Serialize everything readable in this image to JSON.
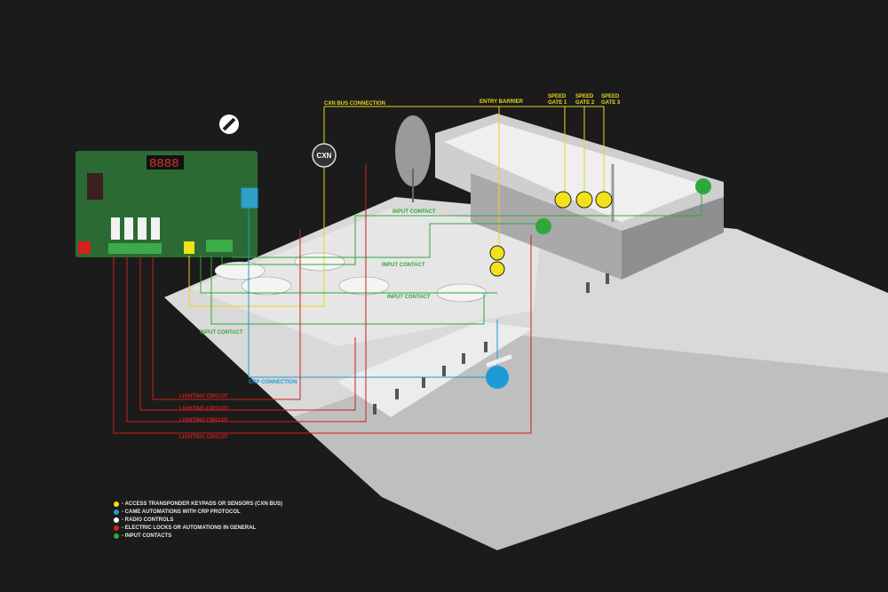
{
  "labels": {
    "cxn_bus": "CXN BUS CONNECTION",
    "entry_barrier": "ENTRY BARRIER",
    "speed_gate_1": [
      "SPEED",
      "GATE 1"
    ],
    "speed_gate_2": [
      "SPEED",
      "GATE 2"
    ],
    "speed_gate_3": [
      "SPEED",
      "GATE 3"
    ],
    "input_contact": "INPUT CONTACT",
    "crp_connection": "CRP CONNECTION",
    "lighting_circuit": "LIGHTING CIRCUIT",
    "cxn_badge": "CXN"
  },
  "legend": [
    {
      "color": "#f2e21a",
      "text": "- ACCESS TRANSPONDER KEYPADS OR SENSORS (CXN BUS)"
    },
    {
      "color": "#1e9ad6",
      "text": "- CAME AUTOMATIONS WITH CRP PROTOCOL"
    },
    {
      "color": "#ffffff",
      "text": "- RADIO CONTROLS"
    },
    {
      "color": "#d42020",
      "text": "- ELECTRIC LOCKS OR AUTOMATIONS IN GENERAL"
    },
    {
      "color": "#2fa83a",
      "text": "- INPUT CONTACTS"
    }
  ],
  "pcb_display": "8888",
  "colors": {
    "yellow": "#e6d620",
    "blue": "#1e9ad6",
    "red": "#c82020",
    "green": "#2fa83a",
    "bg": "#1b1b1b"
  }
}
